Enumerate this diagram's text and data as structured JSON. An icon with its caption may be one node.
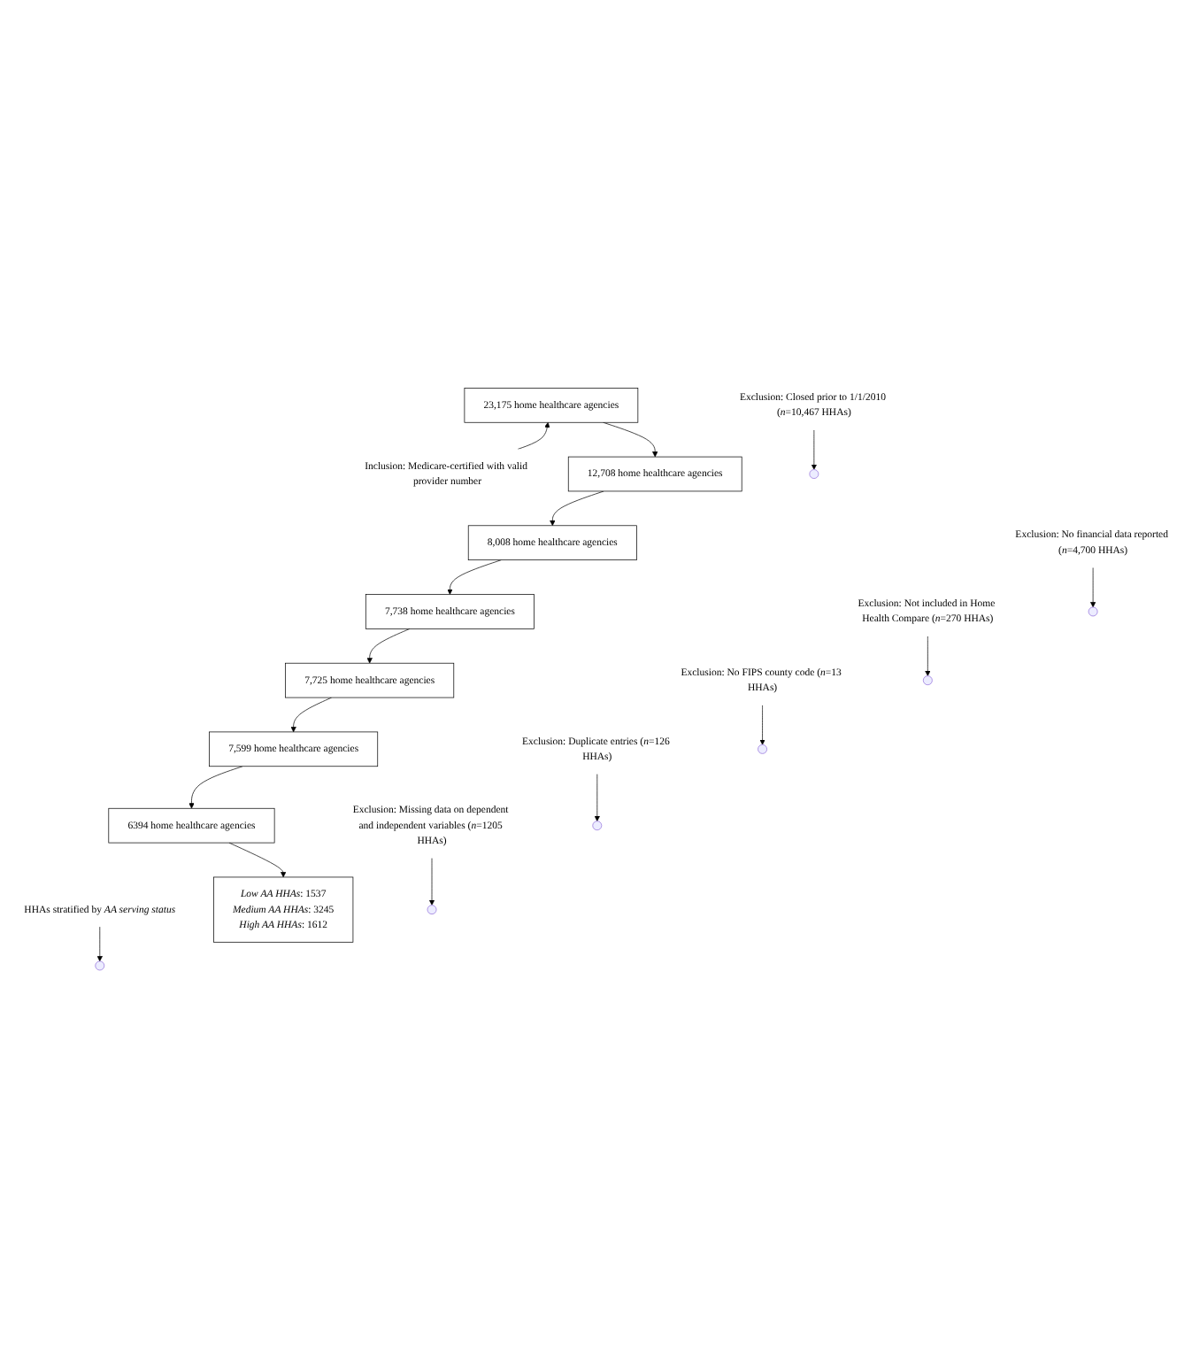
{
  "diagram": {
    "nodes": [
      {
        "text": [
          "23,175 home healthcare agencies"
        ]
      },
      {
        "text": [
          "Inclusion: Medicare-certified with valid provider number"
        ]
      },
      {
        "text": [
          "Exclusion: Closed prior to 1/1/2010 (*n*=10,467 HHAs)"
        ]
      },
      {
        "text": [
          "12,708 home healthcare agencies"
        ]
      },
      {
        "text": [
          "Exclusion: No financial data reported (*n*=4,700 HHAs)"
        ]
      },
      {
        "text": [
          "8,008 home healthcare agencies"
        ]
      },
      {
        "text": [
          "Exclusion: Not included in Home Health Compare (*n*=270 HHAs)"
        ]
      },
      {
        "text": [
          "7,738 home healthcare agencies"
        ]
      },
      {
        "text": [
          "Exclusion: No FIPS county code (*n*=13 HHAs)"
        ]
      },
      {
        "text": [
          "7,725 home healthcare agencies"
        ]
      },
      {
        "text": [
          "Exclusion: Duplicate entries (*n*=126 HHAs)"
        ]
      },
      {
        "text": [
          "7,599 home healthcare agencies"
        ]
      },
      {
        "text": [
          "Exclusion: Missing data on dependent and independent variables (*n*=1205 HHAs)"
        ]
      },
      {
        "text": [
          "6394 home healthcare agencies"
        ]
      },
      {
        "text": [
          "HHAs stratified by *AA serving status*"
        ]
      },
      {
        "text": [
          "*Low AA HHAs*: 1537",
          "*Medium AA HHAs*: 3245",
          "*High AA HHAs*: 1612"
        ]
      }
    ],
    "edges": [
      {
        "from": 1,
        "to": 0,
        "arrow": "to"
      },
      {
        "from": 0,
        "to": 3,
        "arrow": "to"
      },
      {
        "from": 2,
        "to": null,
        "arrow": "to"
      },
      {
        "from": 3,
        "to": 5,
        "arrow": "to"
      },
      {
        "from": 4,
        "to": null,
        "arrow": "to"
      },
      {
        "from": 5,
        "to": 7,
        "arrow": "to"
      },
      {
        "from": 6,
        "to": null,
        "arrow": "to"
      },
      {
        "from": 7,
        "to": 9,
        "arrow": "to"
      },
      {
        "from": 8,
        "to": null,
        "arrow": "to"
      },
      {
        "from": 9,
        "to": 11,
        "arrow": "to"
      },
      {
        "from": 10,
        "to": null,
        "arrow": "to"
      },
      {
        "from": 11,
        "to": 13,
        "arrow": "to"
      },
      {
        "from": 12,
        "to": null,
        "arrow": "to"
      },
      {
        "from": 13,
        "to": 15,
        "arrow": "to"
      },
      {
        "from": 14,
        "to": null,
        "arrow": "to"
      }
    ]
  }
}
